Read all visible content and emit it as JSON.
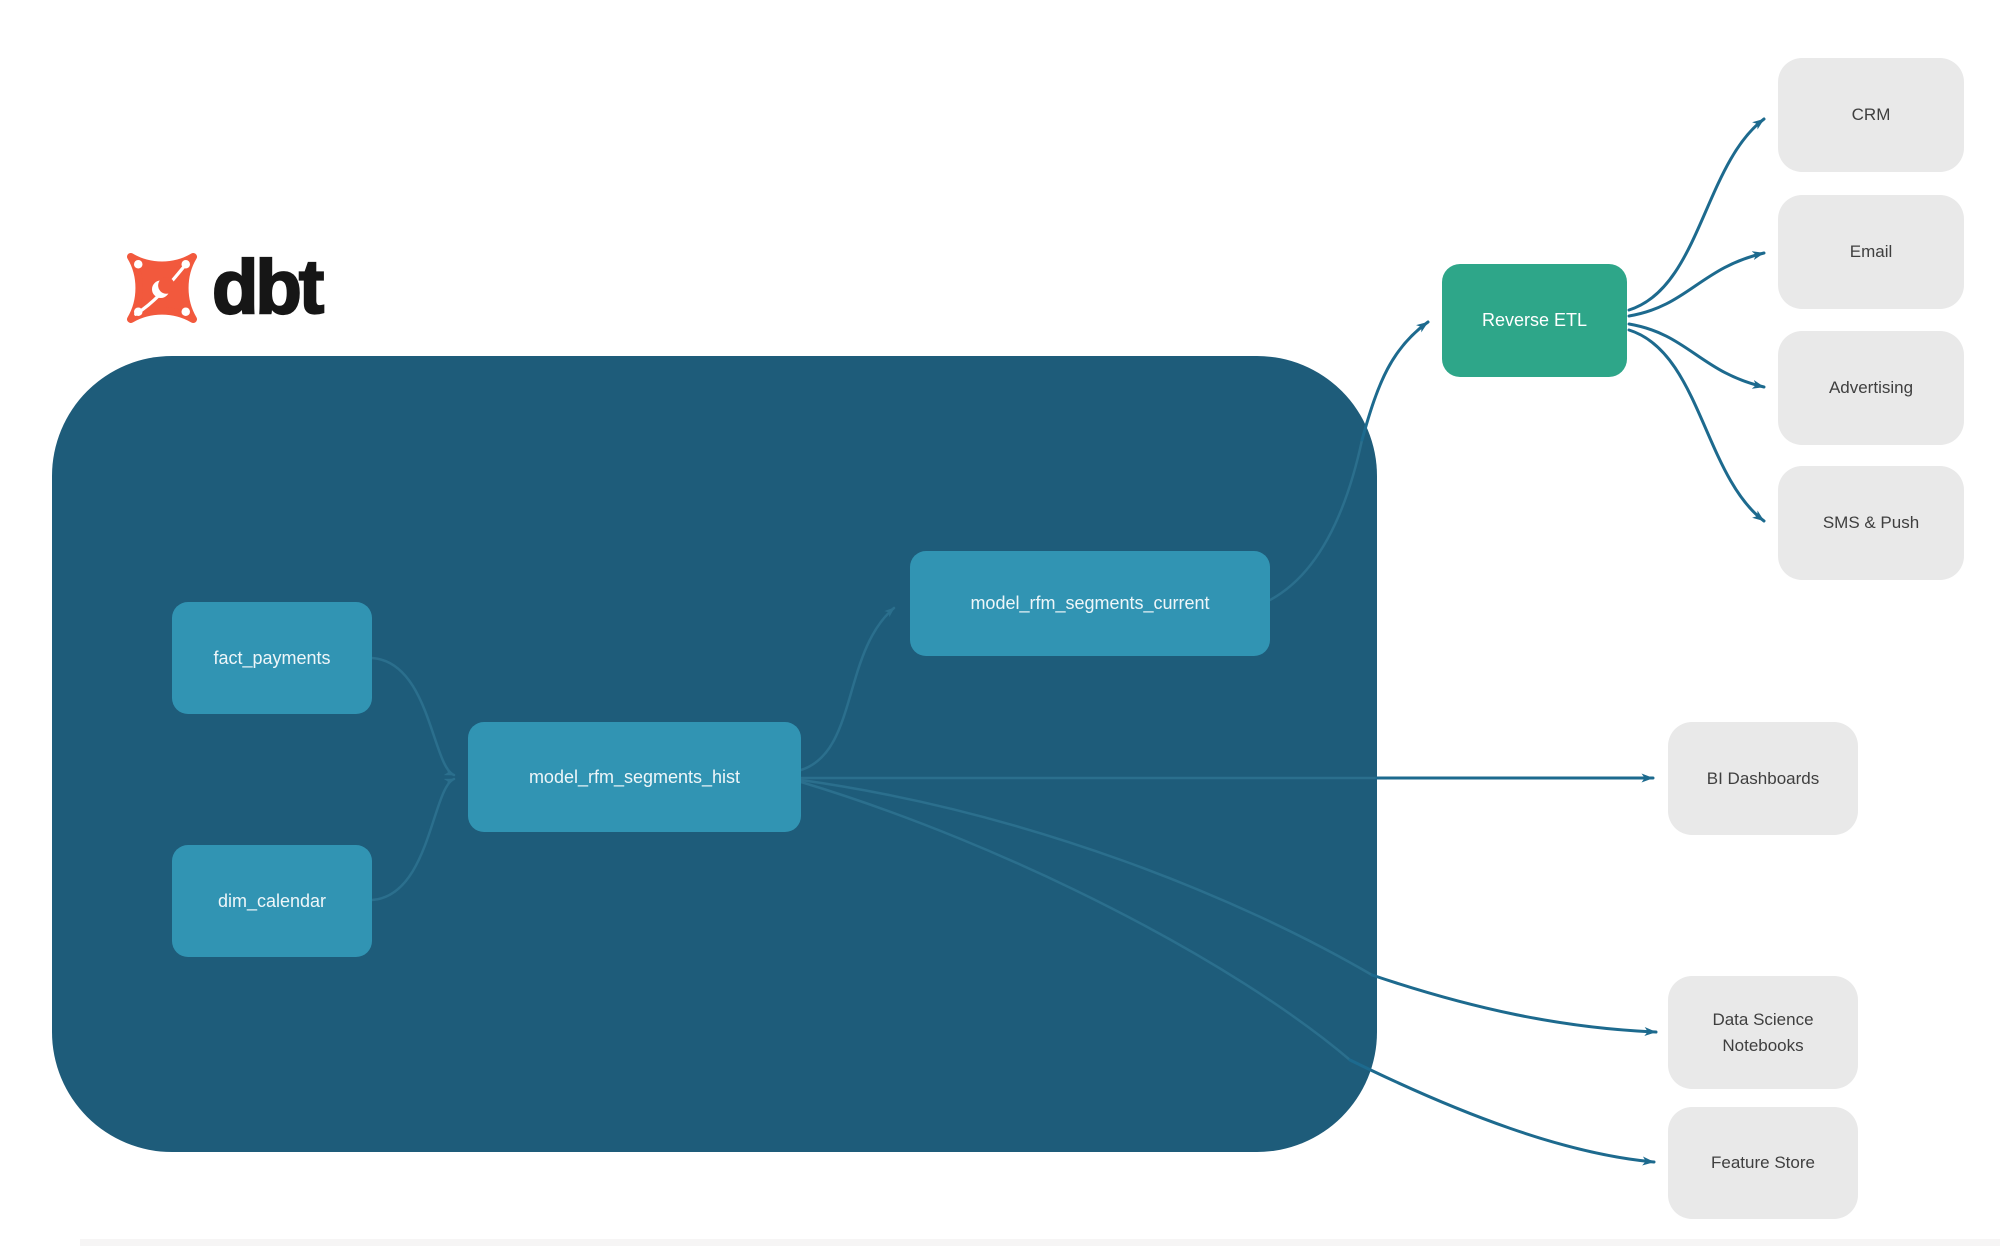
{
  "logo": {
    "text": "dbt",
    "icon": "dbt-star-icon",
    "icon_color": "#f2593d",
    "text_color": "#161616"
  },
  "pipeline": {
    "container": "dbt warehouse transformation area",
    "nodes": [
      {
        "id": "fact_payments",
        "label": "fact_payments"
      },
      {
        "id": "dim_calendar",
        "label": "dim_calendar"
      },
      {
        "id": "model_rfm_segments_hist",
        "label": "model_rfm_segments_hist"
      },
      {
        "id": "model_rfm_segments_current",
        "label": "model_rfm_segments_current"
      }
    ]
  },
  "reverse_etl": {
    "label": "Reverse ETL"
  },
  "destinations": [
    {
      "id": "crm",
      "label": "CRM"
    },
    {
      "id": "email",
      "label": "Email"
    },
    {
      "id": "advertising",
      "label": "Advertising"
    },
    {
      "id": "sms_push",
      "label": "SMS & Push"
    },
    {
      "id": "bi_dashboards",
      "label": "BI Dashboards"
    },
    {
      "id": "data_science_notebooks",
      "label": "Data Science Notebooks"
    },
    {
      "id": "feature_store",
      "label": "Feature Store"
    }
  ],
  "edges": [
    {
      "from": "fact_payments",
      "to": "model_rfm_segments_hist"
    },
    {
      "from": "dim_calendar",
      "to": "model_rfm_segments_hist"
    },
    {
      "from": "model_rfm_segments_hist",
      "to": "model_rfm_segments_current"
    },
    {
      "from": "model_rfm_segments_current",
      "to": "Reverse ETL"
    },
    {
      "from": "model_rfm_segments_hist",
      "to": "BI Dashboards"
    },
    {
      "from": "model_rfm_segments_hist",
      "to": "Data Science Notebooks"
    },
    {
      "from": "model_rfm_segments_hist",
      "to": "Feature Store"
    },
    {
      "from": "Reverse ETL",
      "to": "CRM"
    },
    {
      "from": "Reverse ETL",
      "to": "Email"
    },
    {
      "from": "Reverse ETL",
      "to": "Advertising"
    },
    {
      "from": "Reverse ETL",
      "to": "SMS & Push"
    }
  ],
  "colors": {
    "container_bg": "#1e5c7a",
    "node_teal": "#3194b3",
    "reverse_etl_green": "#2ea689",
    "destination_gray": "#e9e9e9",
    "arrow_outer": "#1d6a8e",
    "arrow_inner": "#2b6f8d",
    "logo_orange": "#f2593d"
  }
}
